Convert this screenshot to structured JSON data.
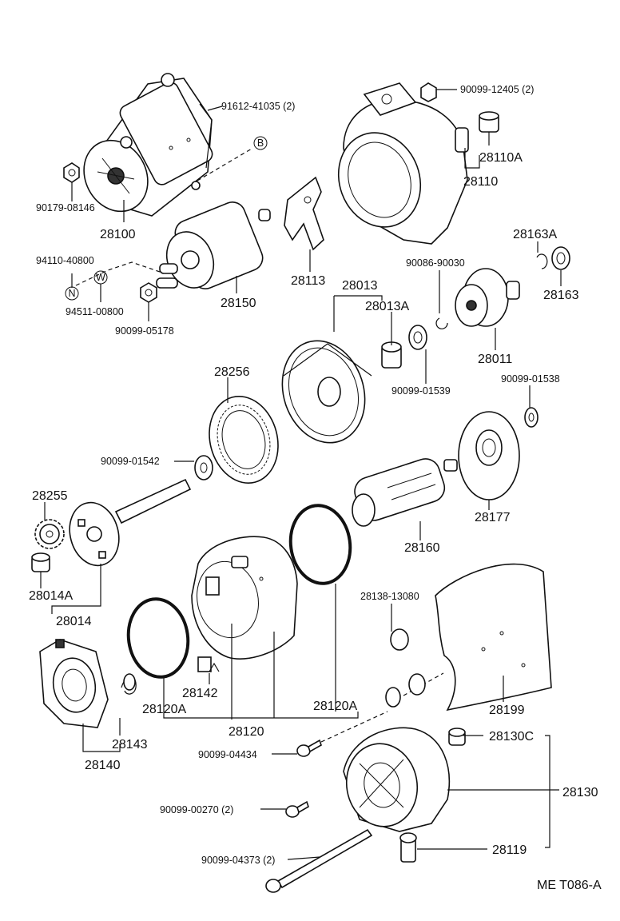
{
  "labels": {
    "p91612": "91612-41035 (2)",
    "pB": "B",
    "p90179": "90179-08146",
    "p28100": "28100",
    "p94110": "94110-40800",
    "pN": "N",
    "pW": "W",
    "p94511": "94511-00800",
    "p90099_05178": "90099-05178",
    "p28150": "28150",
    "p28113": "28113",
    "p90099_12405": "90099-12405 (2)",
    "p28110A": "28110A",
    "p28110": "28110",
    "p28163A": "28163A",
    "p90086": "90086-90030",
    "p28163": "28163",
    "p28013": "28013",
    "p28013A": "28013A",
    "p28011": "28011",
    "p28256": "28256",
    "p90099_01539": "90099-01539",
    "p90099_01538": "90099-01538",
    "p90099_01542": "90099-01542",
    "p28255": "28255",
    "p28177": "28177",
    "p28160": "28160",
    "p28014A": "28014A",
    "p28014": "28014",
    "p28138": "28138-13080",
    "p28142": "28142",
    "p28120A_l": "28120A",
    "p28120A_r": "28120A",
    "p28199": "28199",
    "p28143": "28143",
    "p28120": "28120",
    "p28140": "28140",
    "p28130C": "28130C",
    "p90099_04434": "90099-04434",
    "p28130": "28130",
    "p90099_00270": "90099-00270 (2)",
    "p28119": "28119",
    "p90099_04373": "90099-04373 (2)",
    "ref": "ME T086-A"
  }
}
